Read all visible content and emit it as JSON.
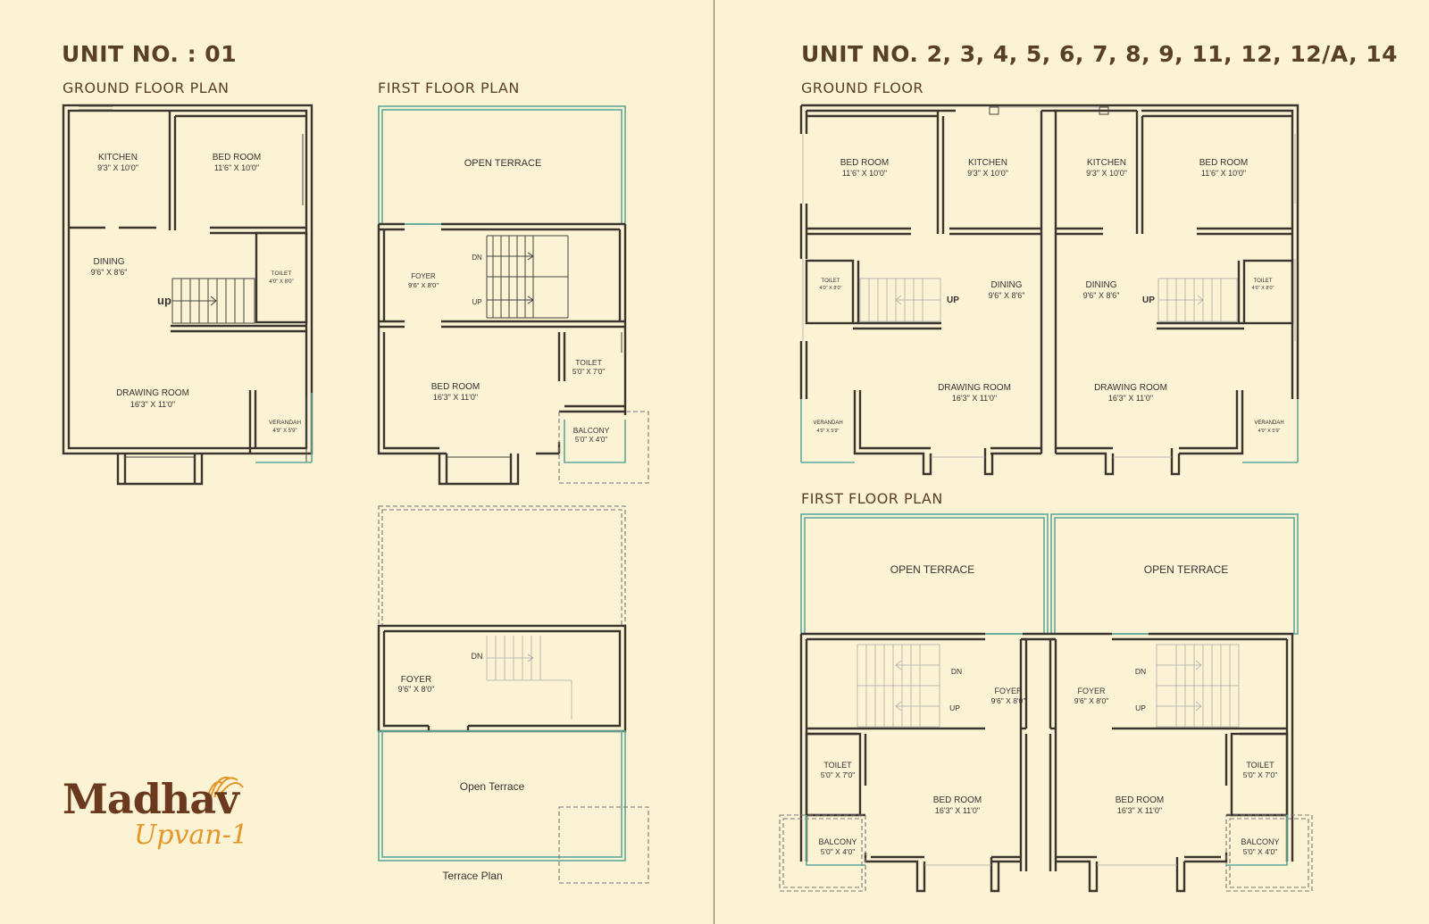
{
  "unit1": {
    "title": "UNIT NO. : 01",
    "ground_floor_title": "GROUND FLOOR PLAN",
    "first_floor_title": "FIRST FLOOR PLAN",
    "ground": {
      "kitchen": {
        "name": "KITCHEN",
        "size": "9'3\" X 10'0\""
      },
      "bedroom": {
        "name": "BED ROOM",
        "size": "11'6\" X 10'0\""
      },
      "dining": {
        "name": "DINING",
        "size": "9'6\" X 8'6\""
      },
      "toilet": {
        "name": "TOILET",
        "size": "4'0\" X 8'0\""
      },
      "up": "up",
      "drawing": {
        "name": "DRAWING ROOM",
        "size": "16'3\" X 11'0\""
      },
      "verandah": {
        "name": "VERANDAH",
        "size": "4'9\" X 5'9\""
      }
    },
    "first": {
      "open_terrace": "OPEN TERRACE",
      "foyer": {
        "name": "FOYER",
        "size": "9'6\" X 8'0\""
      },
      "dn": "DN",
      "up": "UP",
      "toilet": {
        "name": "TOILET",
        "size": "5'0\" X 7'0\""
      },
      "bedroom": {
        "name": "BED ROOM",
        "size": "16'3\" X 11'0\""
      },
      "balcony": {
        "name": "BALCONY",
        "size": "5'0\" X 4'0\""
      }
    },
    "terrace": {
      "dn": "DN",
      "foyer": {
        "name": "FOYER",
        "size": "9'6\" X 8'0\""
      },
      "open_terrace": "Open Terrace",
      "caption": "Terrace Plan"
    }
  },
  "units_multi": {
    "title": "UNIT NO. 2, 3, 4, 5, 6, 7, 8, 9, 11, 12, 12/A, 14",
    "ground_floor_title": "GROUND FLOOR",
    "first_floor_title": "FIRST FLOOR PLAN",
    "ground": {
      "bedroom": {
        "name": "BED ROOM",
        "size": "11'6\" X 10'0\""
      },
      "kitchen": {
        "name": "KITCHEN",
        "size": "9'3\" X 10'0\""
      },
      "toilet": {
        "name": "TOILET",
        "size": "4'0\" X 8'0\""
      },
      "up": "UP",
      "dining": {
        "name": "DINING",
        "size": "9'6\" X 8'6\""
      },
      "drawing": {
        "name": "DRAWING ROOM",
        "size": "16'3\" X 11'0\""
      },
      "verandah": {
        "name": "VERANDAH",
        "size": "4'9\" X 5'9\""
      }
    },
    "first": {
      "open_terrace": "OPEN TERRACE",
      "dn": "DN",
      "up": "UP",
      "foyer": {
        "name": "FOYER",
        "size": "9'6\" X 8'0\""
      },
      "toilet": {
        "name": "TOILET",
        "size": "5'0\" X 7'0\""
      },
      "bedroom": {
        "name": "BED ROOM",
        "size": "16'3\" X 11'0\""
      },
      "balcony": {
        "name": "BALCONY",
        "size": "5'0\" X 4'0\""
      }
    }
  },
  "brand": {
    "name": "Madhav",
    "sub": "Upvan-1"
  }
}
